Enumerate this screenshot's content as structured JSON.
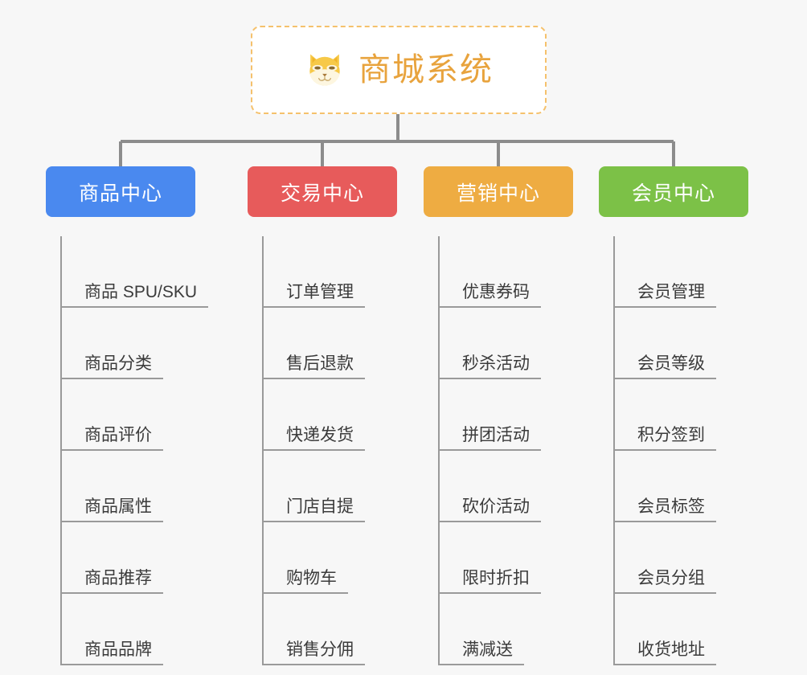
{
  "page": {
    "background_color": "#f7f7f7",
    "line_color": "#9a9a9a"
  },
  "root": {
    "title": "商城系统",
    "icon": "shiba-dog-icon",
    "title_color": "#e8a33d",
    "border_color": "#f5c16c"
  },
  "columns": [
    {
      "title": "商品中心",
      "color": "#4a89ef",
      "items": [
        "商品 SPU/SKU",
        "商品分类",
        "商品评价",
        "商品属性",
        "商品推荐",
        "商品品牌"
      ]
    },
    {
      "title": "交易中心",
      "color": "#e75b5b",
      "items": [
        "订单管理",
        "售后退款",
        "快递发货",
        "门店自提",
        "购物车",
        "销售分佣"
      ]
    },
    {
      "title": "营销中心",
      "color": "#eeac42",
      "items": [
        "优惠券码",
        "秒杀活动",
        "拼团活动",
        "砍价活动",
        "限时折扣",
        "满减送"
      ]
    },
    {
      "title": "会员中心",
      "color": "#78c council",
      "items": [
        "会员管理",
        "会员等级",
        "积分签到",
        "会员标签",
        "会员分组",
        "收货地址"
      ]
    }
  ]
}
